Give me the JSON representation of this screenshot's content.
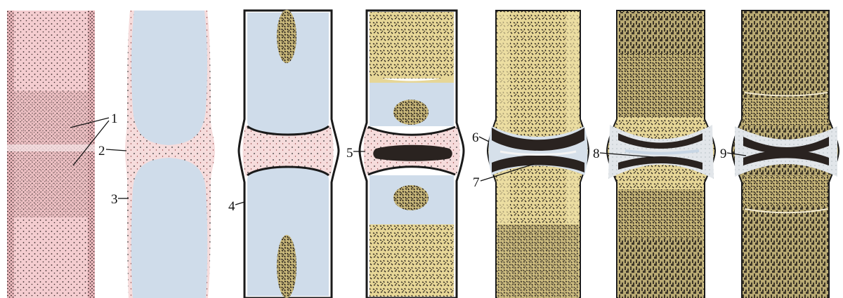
{
  "figure": {
    "labels": {
      "l1": "1",
      "l2": "2",
      "l3": "3",
      "l4": "4",
      "l5": "5",
      "l6": "6",
      "l7": "7",
      "l8": "8",
      "l9": "9"
    },
    "colors": {
      "mesenchyme_pink": "#f2c8cc",
      "cartilage_blue": "#cfdcea",
      "bone_yellow": "#e8d9a0",
      "dark_tissue": "#2a2320",
      "outline": "#1a1a1a"
    },
    "stages": [
      {
        "name": "mesenchyme-condensation",
        "labels": [
          "1"
        ]
      },
      {
        "name": "cartilage-model",
        "labels": [
          "2",
          "3"
        ]
      },
      {
        "name": "primary-ossification",
        "labels": [
          "4"
        ]
      },
      {
        "name": "secondary-ossification",
        "labels": [
          "5"
        ]
      },
      {
        "name": "early-joint-cavity",
        "labels": [
          "6",
          "7"
        ]
      },
      {
        "name": "joint-with-disc",
        "labels": [
          "8"
        ]
      },
      {
        "name": "mature-joint",
        "labels": [
          "9"
        ]
      }
    ]
  }
}
